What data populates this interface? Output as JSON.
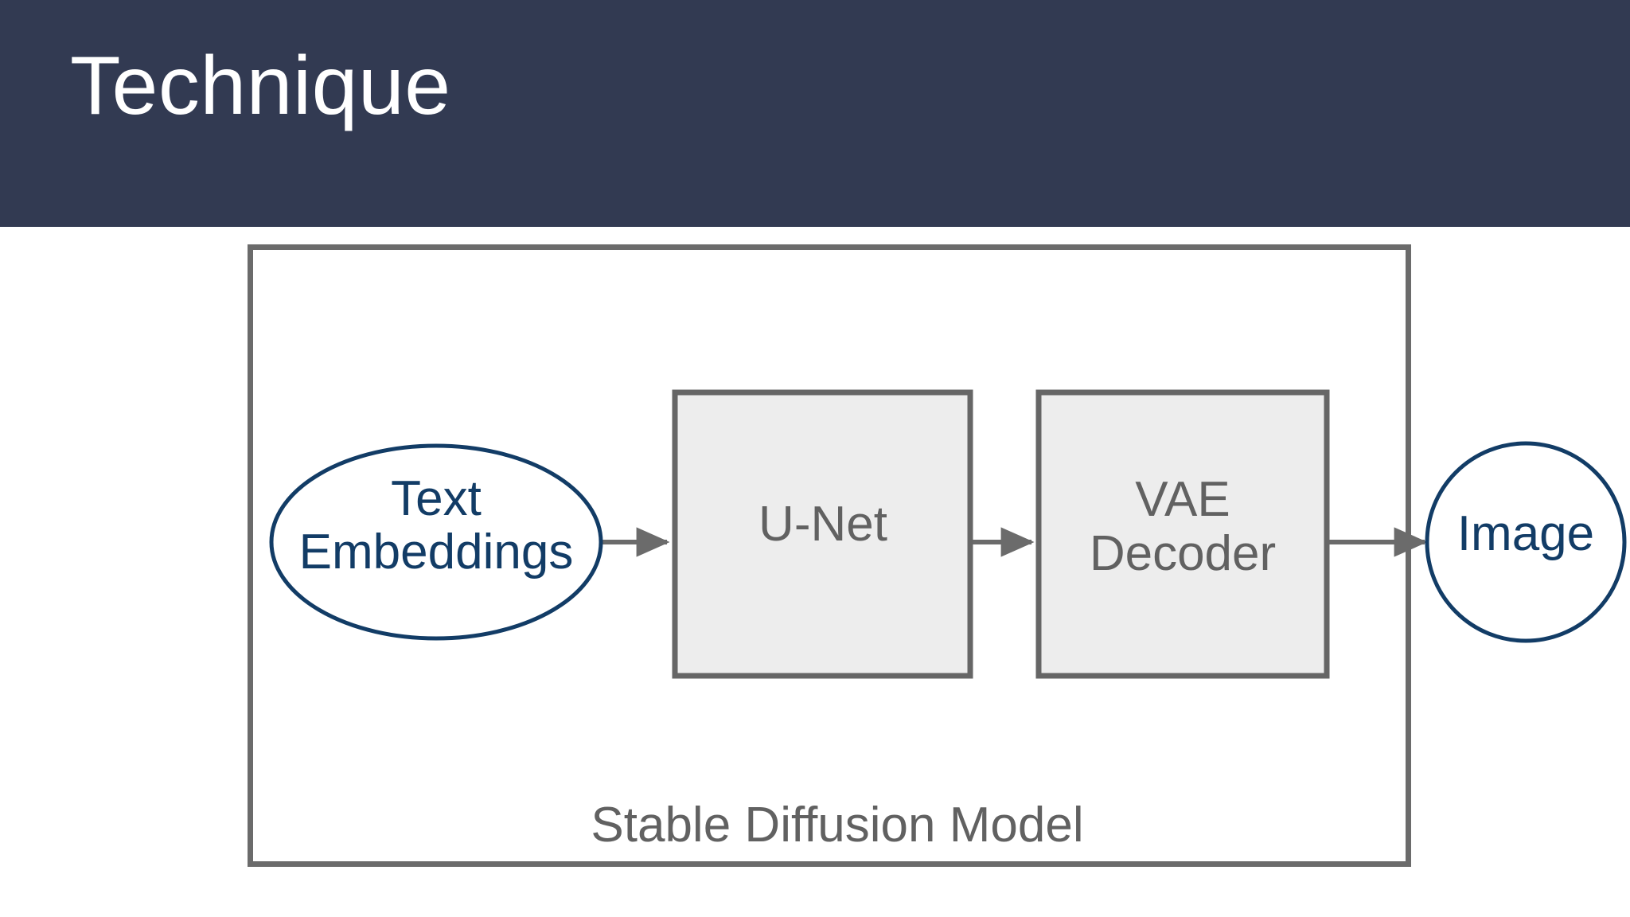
{
  "slide": {
    "title": "Technique",
    "header_bg": "#323a52",
    "title_color": "#ffffff",
    "canvas_bg": "#ffffff"
  },
  "diagram": {
    "container": {
      "label": "Stable Diffusion Model",
      "label_line_1": "Stable Diffusion",
      "label_line_2": "Model",
      "border_color": "#6b6b6b",
      "fill": "#ffffff"
    },
    "nodes": [
      {
        "id": "text-embeddings",
        "shape": "ellipse",
        "label": "Text Embeddings",
        "stroke": "#123c66",
        "fill": "#ffffff",
        "text_color": "#123c66"
      },
      {
        "id": "u-net",
        "shape": "rectangle",
        "label": "U-Net",
        "stroke": "#666666",
        "fill": "#ededed",
        "text_color": "#616161"
      },
      {
        "id": "vae-decoder",
        "shape": "rectangle",
        "label": "VAE Decoder",
        "label_line_1": "VAE",
        "label_line_2": "Decoder",
        "stroke": "#666666",
        "fill": "#ededed",
        "text_color": "#616161"
      },
      {
        "id": "image",
        "shape": "circle",
        "label": "Image",
        "stroke": "#123c66",
        "fill": "#ffffff",
        "text_color": "#123c66"
      }
    ],
    "connectors": [
      {
        "id": "arrow-embeddings-to-unet",
        "from": "text-embeddings",
        "to": "u-net",
        "color": "#6b6b6b"
      },
      {
        "id": "arrow-unet-to-vae",
        "from": "u-net",
        "to": "vae-decoder",
        "color": "#6b6b6b"
      },
      {
        "id": "arrow-vae-to-image",
        "from": "vae-decoder",
        "to": "image",
        "color": "#6b6b6b"
      }
    ]
  }
}
